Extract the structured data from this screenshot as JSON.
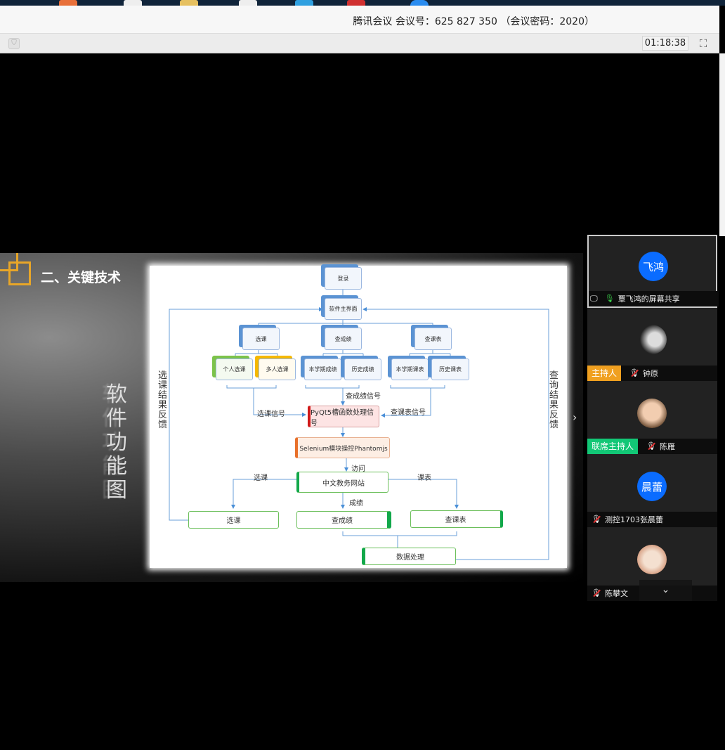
{
  "window": {
    "title": "腾讯会议 会议号：625 827 350 （会议密码：2020）",
    "timer": "01:18:38"
  },
  "slide": {
    "section_title": "二、关键技术",
    "vertical_title": "软件功能图",
    "diagram": {
      "login": "登录",
      "main_ui": "软件主界面",
      "select_course": "选课",
      "check_grades": "查成绩",
      "check_schedule": "查课表",
      "personal_select": "个人选课",
      "group_select": "多人选课",
      "term_grades": "本学期成绩",
      "history_grades": "历史成绩",
      "term_schedule": "本学期课表",
      "history_schedule": "历史课表",
      "grade_signal": "查成绩信号",
      "select_signal": "选课信号",
      "schedule_signal": "查课表信号",
      "pyqt": "PyQt5槽函数处理信号",
      "selenium": "Selenium模块操控Phantomjs",
      "visit": "访问",
      "website": "中文教务网站",
      "edge_select": "选课",
      "edge_schedule": "课表",
      "edge_grades": "成绩",
      "out_select": "选课",
      "out_grades": "查成绩",
      "out_schedule": "查课表",
      "data_processing": "数据处理",
      "left_feedback": "选课结果反馈",
      "right_feedback": "查询结果反馈"
    }
  },
  "participants": [
    {
      "avatar_text": "飞鸿",
      "name": "覃飞鸿的屏幕共享",
      "mic": "on",
      "sharing": true
    },
    {
      "name": "钟原",
      "role": "主持人",
      "role_color": "#f0a020",
      "mic": "muted"
    },
    {
      "name": "陈雁",
      "role": "联席主持人",
      "role_color": "#12c776",
      "mic": "muted"
    },
    {
      "avatar_text": "晨蕾",
      "name": "测控1703张晨蕾",
      "mic": "muted"
    },
    {
      "name": "陈攀文",
      "mic": "muted"
    }
  ]
}
